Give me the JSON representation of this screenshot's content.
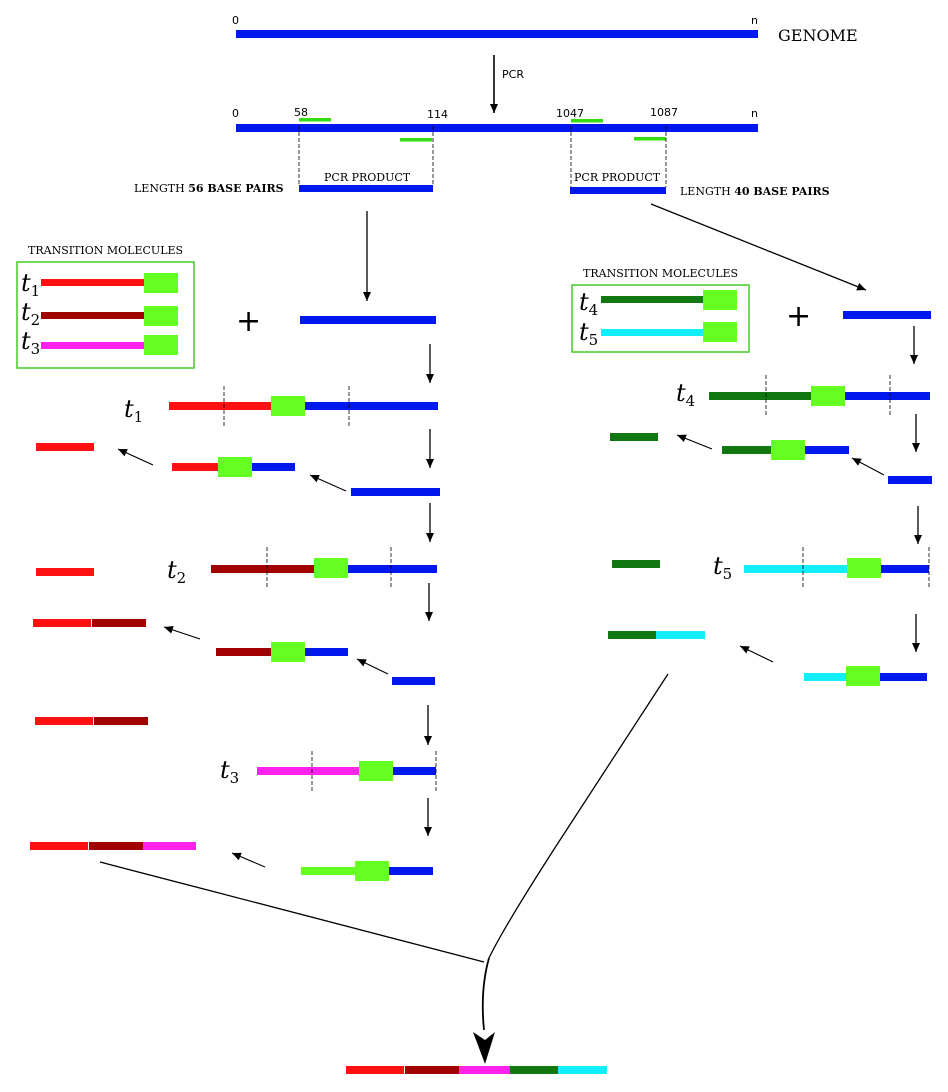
{
  "colors": {
    "genome": "#0018ee",
    "primer": "#33dd11",
    "block": "#66ff22",
    "t1": "#ff1111",
    "t2": "#a00000",
    "t3": "#ff22ee",
    "t4": "#117711",
    "t5": "#11eeff"
  },
  "genome": {
    "label": "GENOME",
    "start": "0",
    "end": "n"
  },
  "pcr": {
    "label": "PCR"
  },
  "positions": {
    "start": "0",
    "p58": "58",
    "p114": "114",
    "p1047": "1047",
    "p1087": "1087",
    "end": "n"
  },
  "product_left": {
    "title": "PCR PRODUCT",
    "length_prefix": "LENGTH ",
    "length_bold": "56 BASE PAIRS"
  },
  "product_right": {
    "title": "PCR PRODUCT",
    "length_prefix": "LENGTH ",
    "length_bold": "40 BASE PAIRS"
  },
  "transition_left": {
    "title": "TRANSITION MOLECULES",
    "items": [
      {
        "t": "t",
        "sub": "1"
      },
      {
        "t": "t",
        "sub": "2"
      },
      {
        "t": "t",
        "sub": "3"
      }
    ]
  },
  "transition_right": {
    "title": "TRANSITION MOLECULES",
    "items": [
      {
        "t": "t",
        "sub": "4"
      },
      {
        "t": "t",
        "sub": "5"
      }
    ]
  },
  "plus": "+",
  "step_labels": {
    "t1": {
      "t": "t",
      "sub": "1"
    },
    "t2": {
      "t": "t",
      "sub": "2"
    },
    "t3": {
      "t": "t",
      "sub": "3"
    },
    "t4": {
      "t": "t",
      "sub": "4"
    },
    "t5": {
      "t": "t",
      "sub": "5"
    }
  }
}
